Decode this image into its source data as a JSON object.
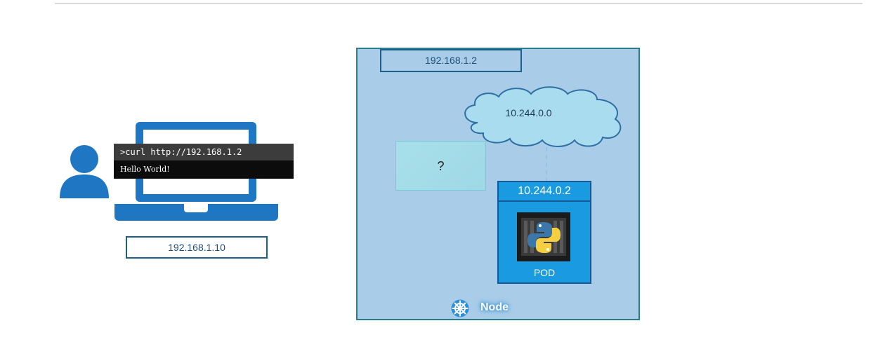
{
  "client": {
    "terminal_command": ">curl http://192.168.1.2",
    "terminal_output": "Hello World!",
    "ip": "192.168.1.10"
  },
  "node": {
    "ip": "192.168.1.2",
    "label": "Node",
    "network_cloud": "10.244.0.0",
    "unknown_component": "?",
    "pod": {
      "ip": "10.244.0.2",
      "label": "POD",
      "icon": "python-container-icon"
    }
  },
  "colors": {
    "laptop": "#1f77c4",
    "node_fill": "#a9cce8",
    "pod_fill": "#1a9ae0",
    "cloud_fill": "#a9dcef"
  }
}
